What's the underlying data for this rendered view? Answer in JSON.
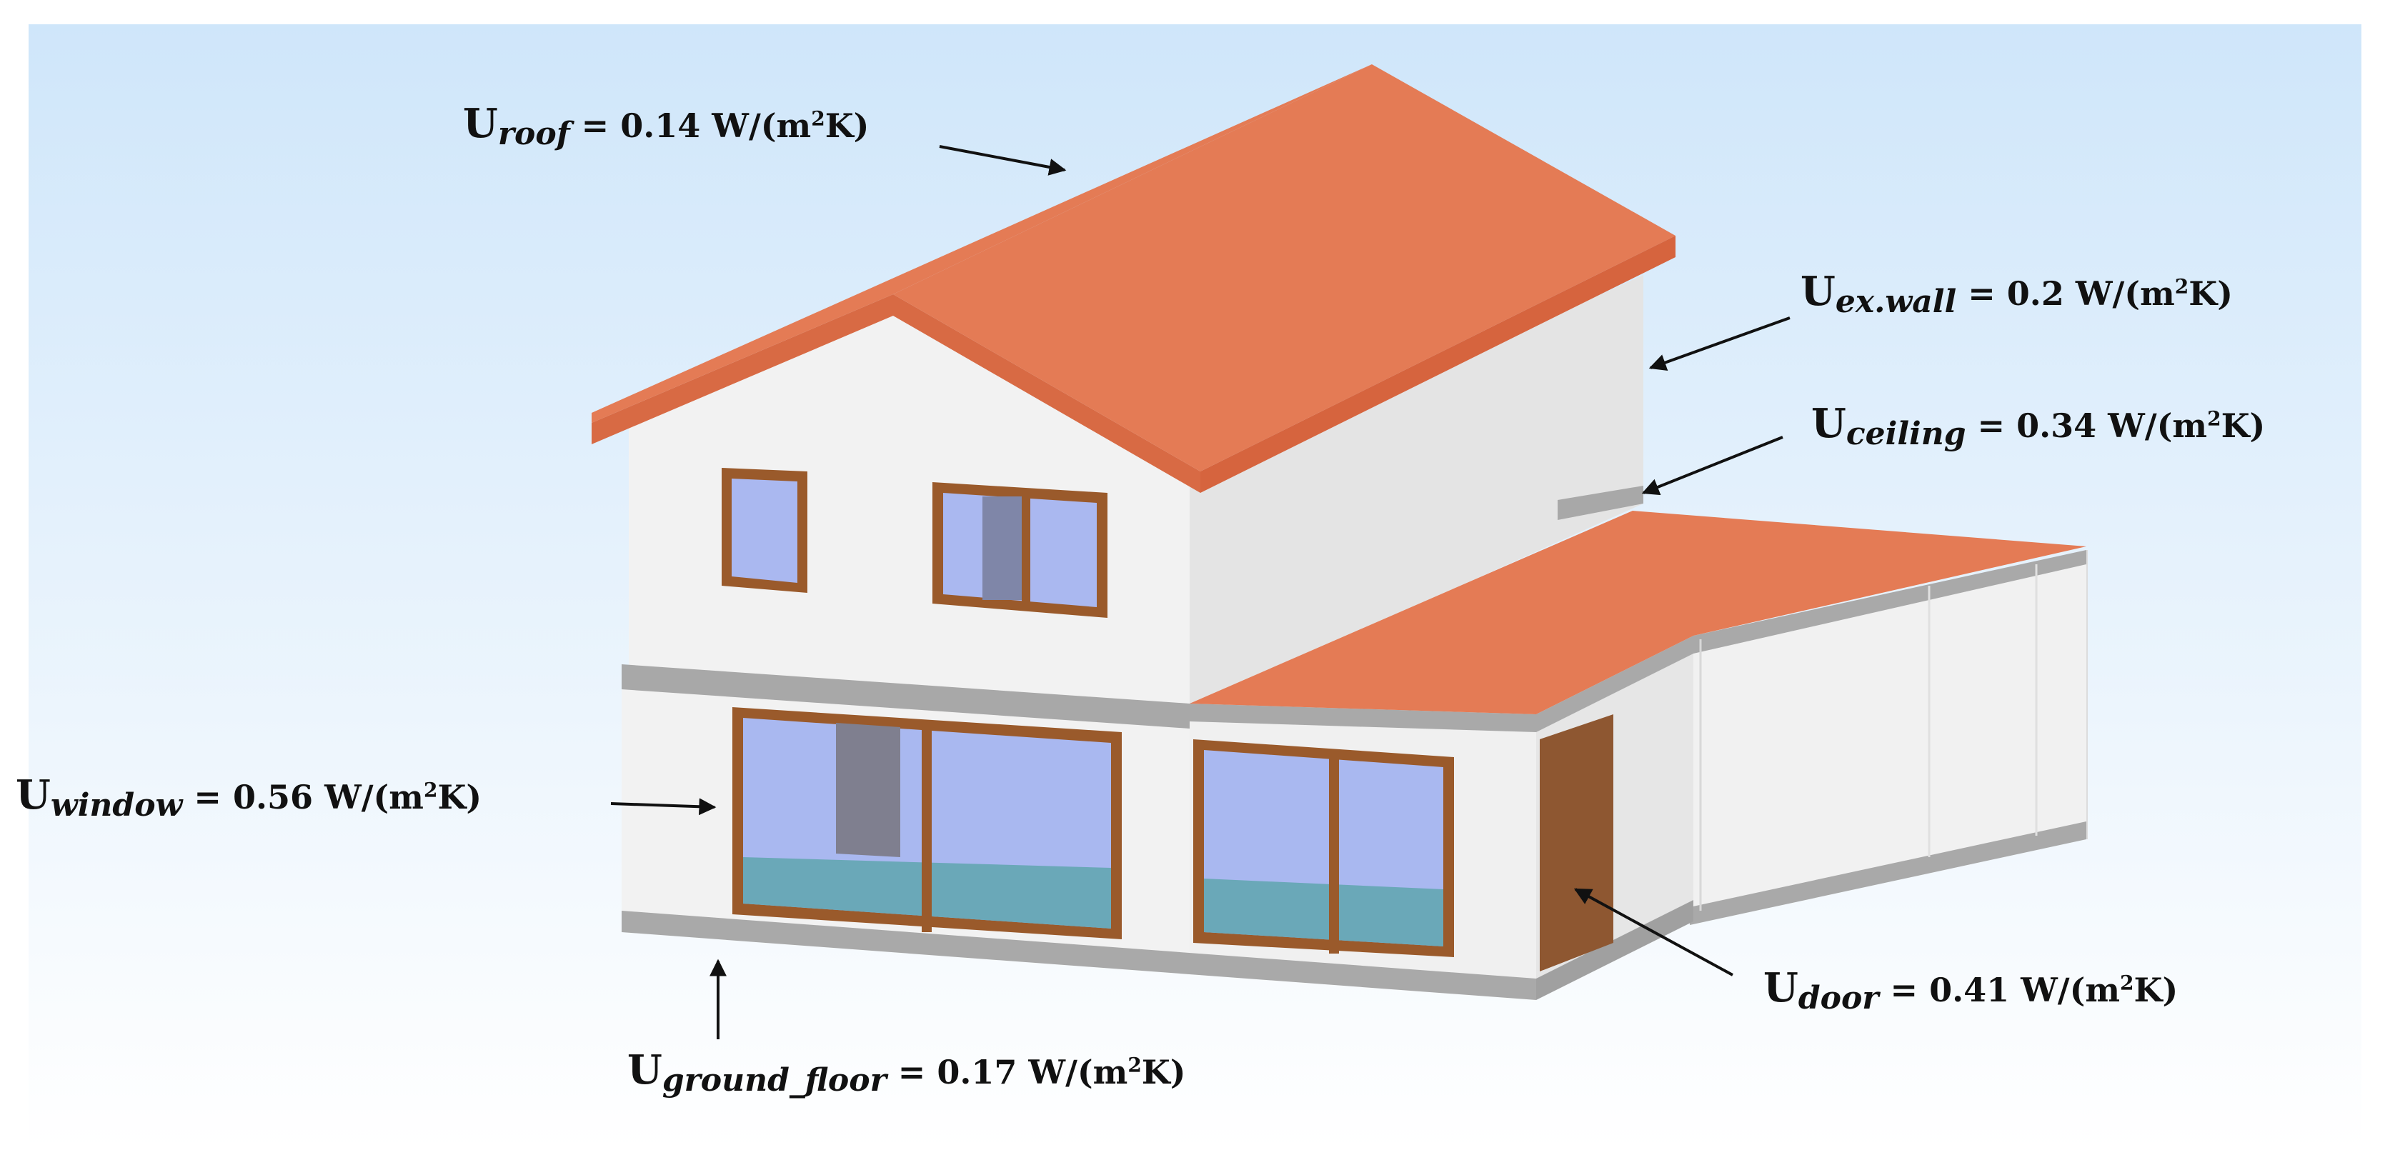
{
  "labels": {
    "roof": {
      "symbol": "U",
      "subscript": "roof",
      "value": "0.14",
      "unit_pre": "W/(m",
      "unit_exp": "2",
      "unit_post": "K)"
    },
    "ex_wall": {
      "symbol": "U",
      "subscript": "ex.wall",
      "value": "0.2",
      "unit_pre": "W/(m",
      "unit_exp": "2",
      "unit_post": "K)"
    },
    "ceiling": {
      "symbol": "U",
      "subscript": "ceiling",
      "value": "0.34",
      "unit_pre": "W/(m",
      "unit_exp": "2",
      "unit_post": "K)"
    },
    "window": {
      "symbol": "U",
      "subscript": "window",
      "value": "0.56",
      "unit_pre": "W/(m",
      "unit_exp": "2",
      "unit_post": "K)"
    },
    "door": {
      "symbol": "U",
      "subscript": "door",
      "value": "0.41",
      "unit_pre": "W/(m",
      "unit_exp": "2",
      "unit_post": "K)"
    },
    "ground_floor": {
      "symbol": "U",
      "subscript": "ground_floor",
      "value": "0.17",
      "unit_pre": "W/(m",
      "unit_exp": "2",
      "unit_post": "K)"
    }
  },
  "colors": {
    "roof": "#e47b55",
    "roof_edge": "#d96a44",
    "wall_front": "#f2f2f2",
    "wall_side": "#e3e3e3",
    "slab": "#a9a9a9",
    "window_frame": "#9a5a2b",
    "glass": "#a9b8f0",
    "floor_tint": "#6aa8b8",
    "door": "#8e5731",
    "sky_top": "#cfe6fa"
  }
}
